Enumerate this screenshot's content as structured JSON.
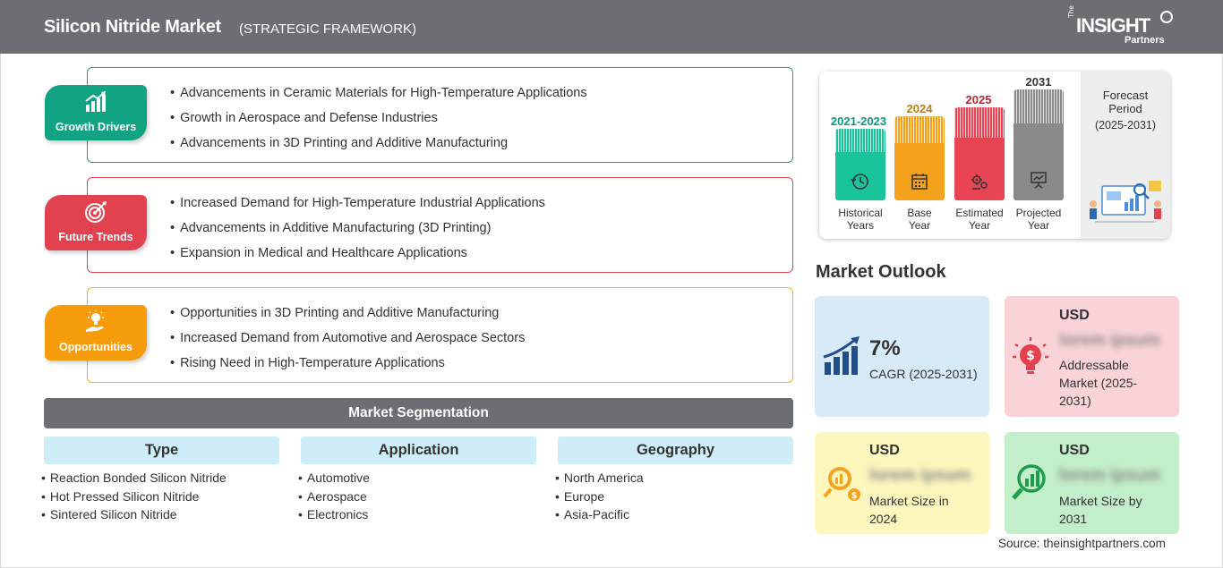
{
  "header": {
    "title": "Silicon Nitride Market",
    "subtitle": "(STRATEGIC FRAMEWORK)",
    "logo": {
      "the": "The",
      "main": "INSIGHT",
      "partners": "Partners"
    }
  },
  "colors": {
    "growth": "#12a383",
    "trends": "#e2414f",
    "opportunities": "#f59b0c",
    "header_bg": "#6b6e73",
    "hist_bar": "#1ac49a",
    "base_bar": "#f4a21c",
    "est_bar": "#e84454",
    "proj_bar": "#8a8a8a"
  },
  "sections": [
    {
      "label": "Growth Drivers",
      "icon": "bar-chart-icon",
      "items": [
        "Advancements in Ceramic Materials for High-Temperature Applications",
        "Growth in Aerospace and Defense Industries",
        "Advancements in 3D Printing and Additive Manufacturing"
      ]
    },
    {
      "label": "Future Trends",
      "icon": "target-icon",
      "items": [
        "Increased Demand for High-Temperature Industrial Applications",
        "Advancements in Additive Manufacturing (3D Printing)",
        "Expansion in Medical and Healthcare Applications"
      ]
    },
    {
      "label": "Opportunities",
      "icon": "lightbulb-hand-icon",
      "items": [
        "Opportunities in 3D Printing and Additive Manufacturing",
        "Increased Demand from Automotive and Aerospace Sectors",
        "Rising Need in High-Temperature Applications"
      ]
    }
  ],
  "segmentation": {
    "title": "Market Segmentation",
    "columns": [
      {
        "head": "Type",
        "items": [
          "Reaction Bonded Silicon Nitride",
          "Hot Pressed Silicon Nitride",
          "Sintered Silicon Nitride"
        ]
      },
      {
        "head": "Application",
        "items": [
          "Automotive",
          "Aerospace",
          "Electronics"
        ]
      },
      {
        "head": "Geography",
        "items": [
          "North America",
          "Europe",
          "Asia-Pacific"
        ]
      }
    ]
  },
  "timeline": {
    "bars": [
      {
        "year": "2021-2023",
        "caption": [
          "Historical",
          "Years"
        ],
        "icon": "history-icon"
      },
      {
        "year": "2024",
        "caption": [
          "Base",
          "Year"
        ],
        "icon": "calendar-icon"
      },
      {
        "year": "2025",
        "caption": [
          "Estimated",
          "Year"
        ],
        "icon": "gears-icon"
      },
      {
        "year": "2031",
        "caption": [
          "Projected",
          "Year"
        ],
        "icon": "presentation-icon"
      }
    ],
    "forecast": {
      "title_line1": "Forecast",
      "title_line2": "Period",
      "years": "(2025-2031)"
    }
  },
  "outlook": {
    "title": "Market Outlook",
    "cagr": {
      "value": "7%",
      "label": "CAGR (2025-2031)",
      "icon": "growth-chart-icon"
    },
    "addressable": {
      "currency": "USD",
      "value": "lorem ipsum",
      "label": "Addressable Market (2025-2031)",
      "icon": "bulb-dollar-icon"
    },
    "size2024": {
      "currency": "USD",
      "value": "lorem ipsum",
      "label": "Market Size in 2024",
      "icon": "magnifier-dollar-icon"
    },
    "size2031": {
      "currency": "USD",
      "value": "lorem ipsum",
      "label": "Market Size by 2031",
      "icon": "magnifier-chart-icon"
    }
  },
  "source": "Source: theinsightpartners.com"
}
